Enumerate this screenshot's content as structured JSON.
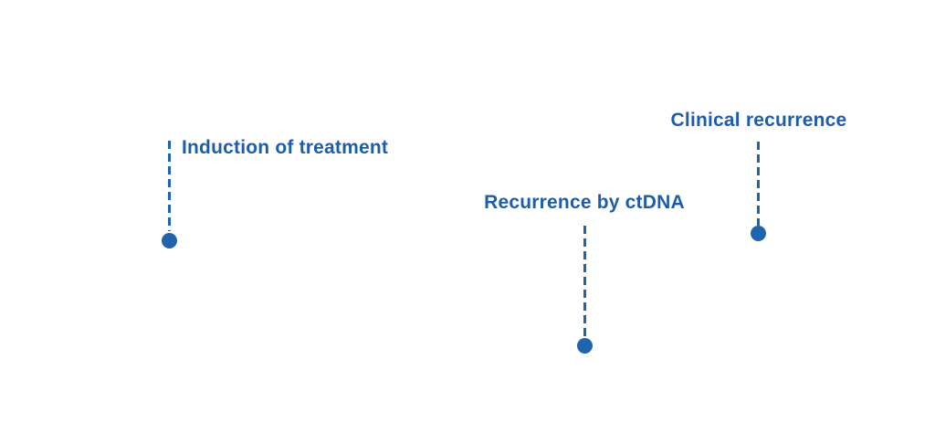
{
  "figure": {
    "background": "#ffffff",
    "accent_color": "#1E5DAB",
    "marker_color": "#2164AE",
    "description": "Timeline annotation fragment with three dashed event markers"
  },
  "events": [
    {
      "id": "induction",
      "label": "Induction of treatment",
      "marker": "blue-dot",
      "leader": "dashed-vertical-line"
    },
    {
      "id": "ctdna-recurrence",
      "label": "Recurrence by ctDNA",
      "marker": "blue-dot",
      "leader": "dashed-vertical-line"
    },
    {
      "id": "clinical-recurrence",
      "label": "Clinical recurrence",
      "marker": "blue-dot",
      "leader": "dashed-vertical-line"
    }
  ]
}
